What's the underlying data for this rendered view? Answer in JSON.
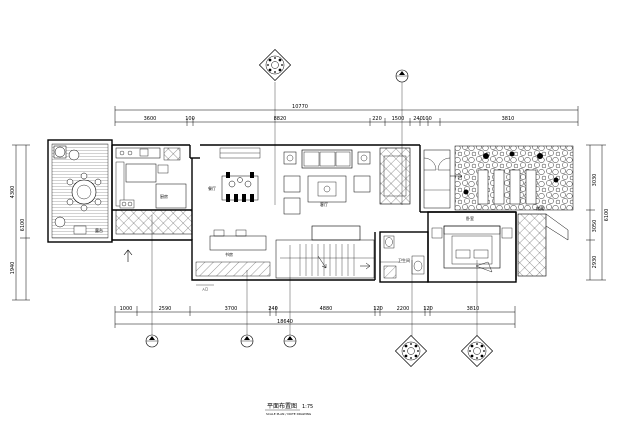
{
  "title": "平面布置图",
  "scale": "1:75",
  "subtitle": "SCALE PLAN / NOTE DRAWING",
  "dims_top_total": "10770",
  "dims_top": [
    "3600",
    "100",
    "8820",
    "220",
    "1500",
    "240",
    "100",
    "3810"
  ],
  "dims_bottom_total": "18640",
  "dims_bottom": [
    "1000",
    "2590",
    "3700",
    "240",
    "4880",
    "120",
    "2200",
    "120",
    "3810"
  ],
  "dims_left": [
    "4300",
    "6100",
    "1940"
  ],
  "dims_right": [
    "3030",
    "6100",
    "3050",
    "2930"
  ],
  "rooms": {
    "kitchen": "厨房",
    "dining": "餐厅",
    "living": "客厅",
    "bedroom": "卧室",
    "bath": "卫生间",
    "storage": "储藏",
    "terrace": "露台",
    "study": "书房",
    "entry": "入口"
  },
  "colors": {
    "line": "#000000",
    "background": "#ffffff"
  }
}
